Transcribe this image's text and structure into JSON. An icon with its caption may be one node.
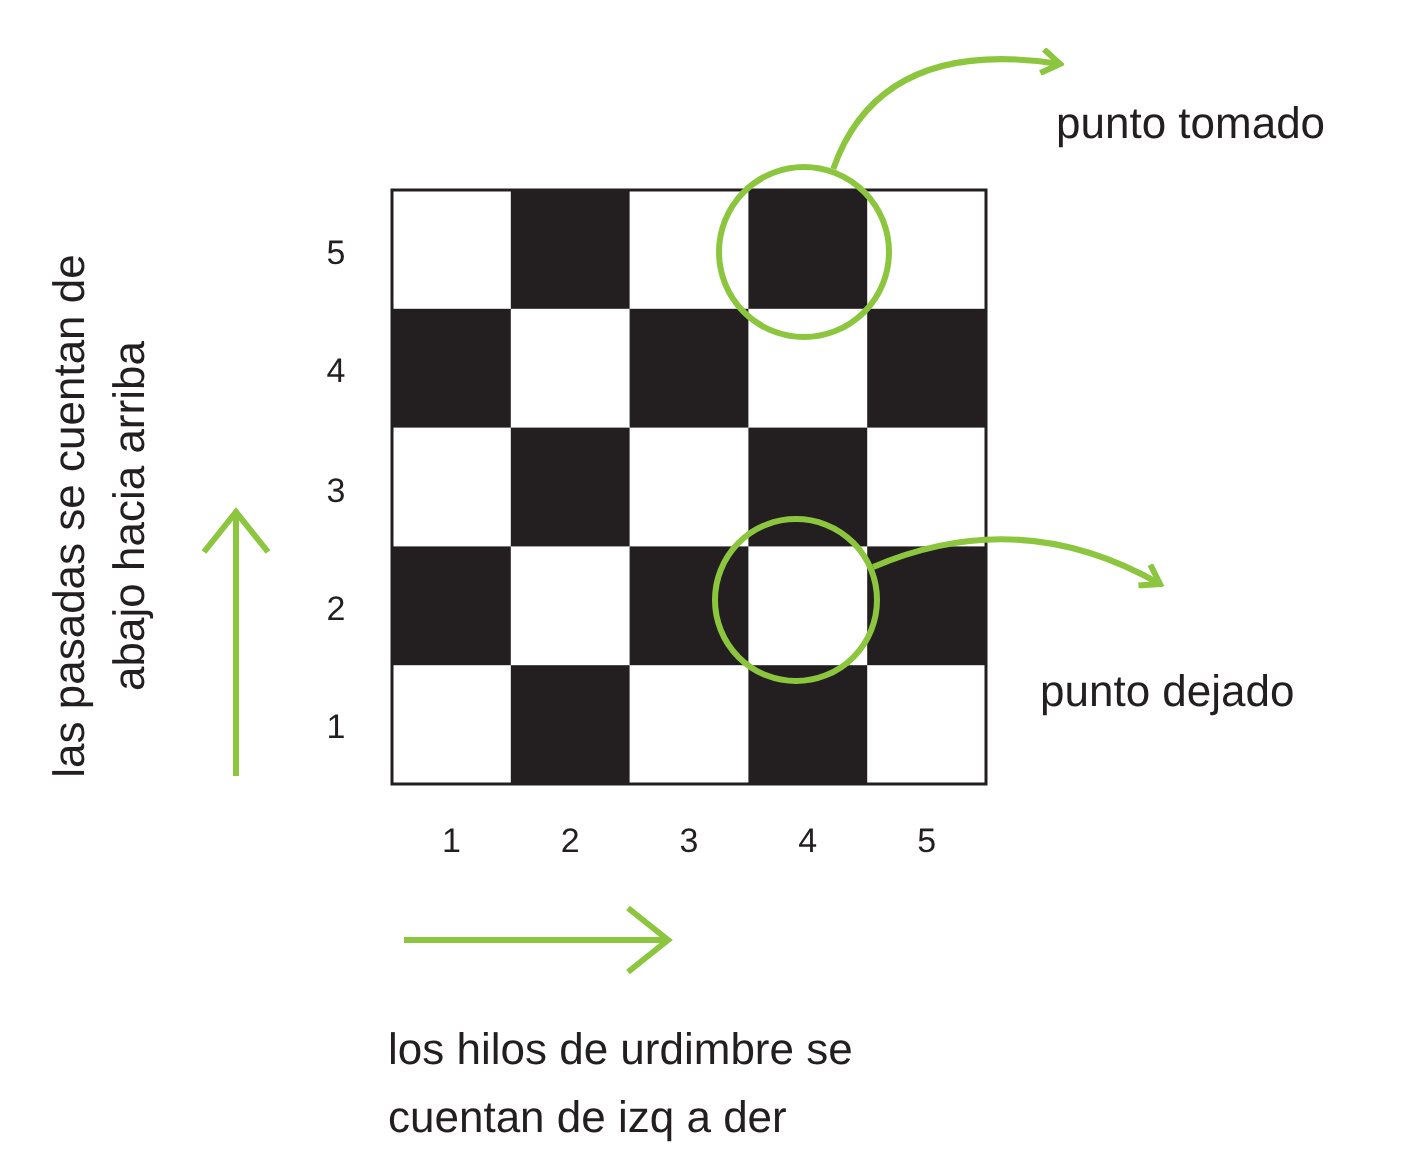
{
  "diagram": {
    "nodes": [
      {
        "text": [],
        "shape": "circle"
      },
      {
        "text": [
          "punto tomado"
        ]
      },
      {
        "text": [],
        "shape": "circle"
      },
      {
        "text": [
          "punto dejado"
        ]
      }
    ],
    "edges": [
      {
        "from": 0,
        "to": 1,
        "arrow": "to"
      },
      {
        "from": 2,
        "to": 3,
        "arrow": "to"
      }
    ],
    "labels": [
      "las pasadas se cuentan de abajo hacia arriba",
      "5",
      "4",
      "3",
      "2",
      "1",
      "1",
      "2",
      "3",
      "4",
      "5",
      "los hilos de urdimbre se cuentan de izq a der"
    ]
  }
}
